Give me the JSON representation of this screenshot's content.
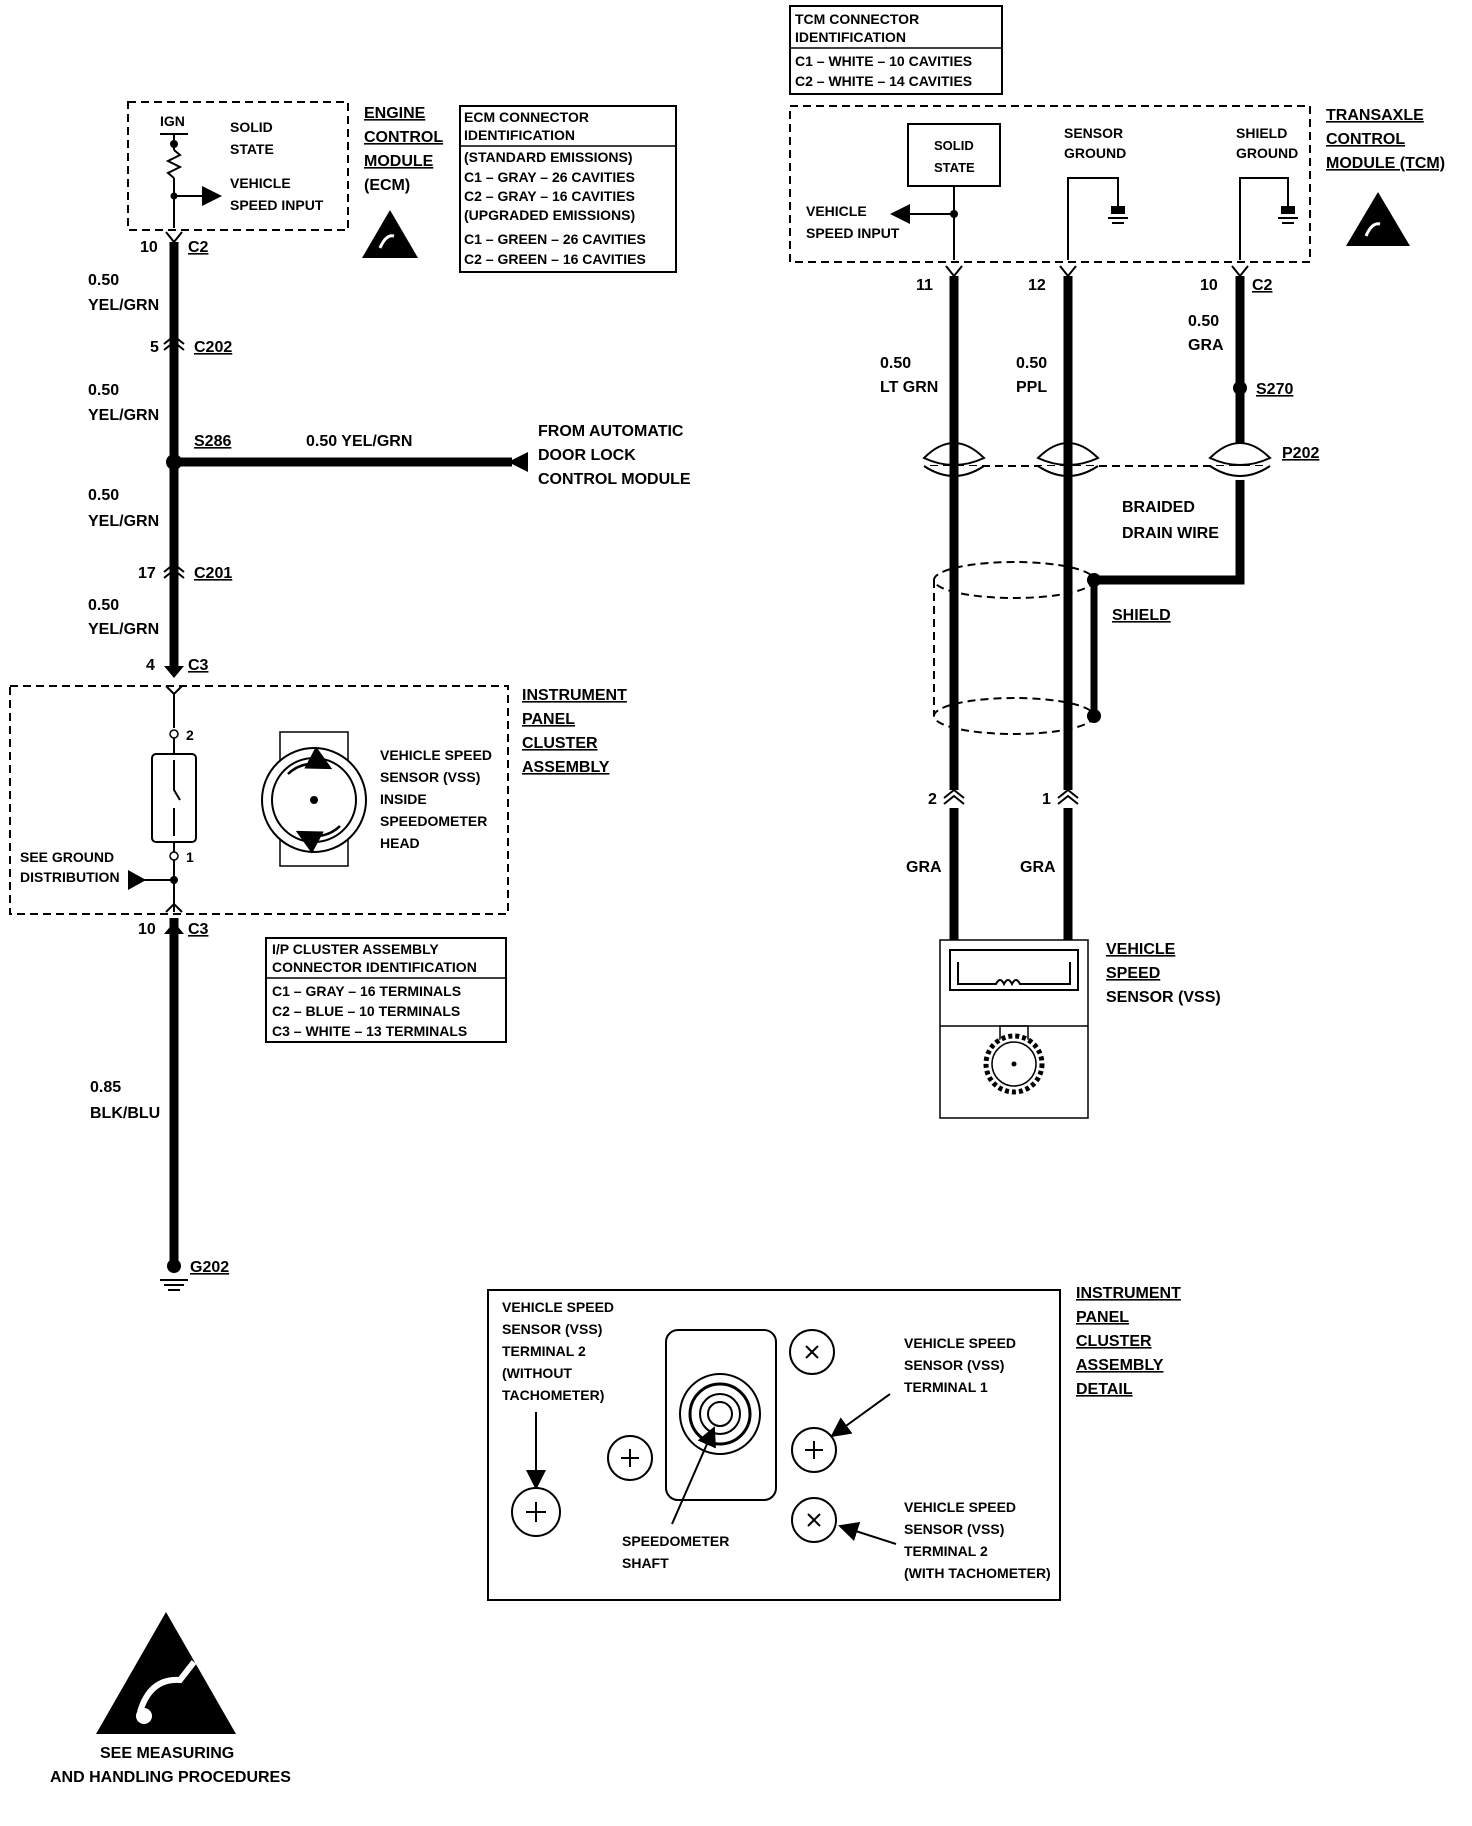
{
  "ecm": {
    "title": [
      "ENGINE",
      "CONTROL",
      "MODULE",
      "(ECM)"
    ],
    "ign": "IGN",
    "solid_state": [
      "SOLID",
      "STATE"
    ],
    "vehicle_speed_input": [
      "VEHICLE",
      "SPEED INPUT"
    ],
    "pin": "10",
    "conn": "C2",
    "connector_id": [
      "ECM CONNECTOR",
      "IDENTIFICATION",
      "(STANDARD EMISSIONS)",
      "C1 – GRAY – 26 CAVITIES",
      "C2 – GRAY – 16 CAVITIES",
      "(UPGRADED EMISSIONS)",
      "C1 – GREEN – 26 CAVITIES",
      "C2 – GREEN – 16 CAVITIES"
    ]
  },
  "left_wires": {
    "w1": [
      "0.50",
      "YEL/GRN"
    ],
    "c202_pin": "5",
    "c202": "C202",
    "w2": [
      "0.50",
      "YEL/GRN"
    ],
    "s286": "S286",
    "branch": "0.50 YEL/GRN",
    "from": [
      "FROM AUTOMATIC",
      "DOOR LOCK",
      "CONTROL MODULE"
    ],
    "w3": [
      "0.50",
      "YEL/GRN"
    ],
    "c201_pin": "17",
    "c201": "C201",
    "w4": [
      "0.50",
      "YEL/GRN"
    ],
    "c3_pin": "4",
    "c3": "C3",
    "ground_wire": [
      "0.85",
      "BLK/BLU"
    ],
    "c3b_pin": "10",
    "c3b": "C3",
    "g202": "G202"
  },
  "ipc": {
    "title": [
      "INSTRUMENT",
      "PANEL",
      "CLUSTER",
      "ASSEMBLY"
    ],
    "pin2": "2",
    "pin1": "1",
    "see_ground": [
      "SEE GROUND",
      "DISTRIBUTION"
    ],
    "vss_label": [
      "VEHICLE SPEED",
      "SENSOR (VSS)",
      "INSIDE",
      "SPEEDOMETER",
      "HEAD"
    ],
    "connector_id": [
      "I/P CLUSTER ASSEMBLY",
      "CONNECTOR IDENTIFICATION",
      "C1 – GRAY – 16 TERMINALS",
      "C2 – BLUE – 10 TERMINALS",
      "C3 – WHITE – 13 TERMINALS"
    ]
  },
  "tcm": {
    "connector_id": [
      "TCM CONNECTOR",
      "IDENTIFICATION",
      "C1 – WHITE – 10 CAVITIES",
      "C2 – WHITE – 14 CAVITIES"
    ],
    "title": [
      "TRANSAXLE",
      "CONTROL",
      "MODULE (TCM)"
    ],
    "solid_state": [
      "SOLID",
      "STATE"
    ],
    "vehicle_speed_input": [
      "VEHICLE",
      "SPEED INPUT"
    ],
    "sensor_ground": [
      "SENSOR",
      "GROUND"
    ],
    "shield_ground": [
      "SHIELD",
      "GROUND"
    ],
    "pins": [
      "11",
      "12",
      "10"
    ],
    "conn": "C2"
  },
  "right_wires": {
    "w1": [
      "0.50",
      "LT GRN"
    ],
    "w2": [
      "0.50",
      "PPL"
    ],
    "w3": [
      "0.50",
      "GRA"
    ],
    "s270": "S270",
    "p202": "P202",
    "braided": [
      "BRAIDED",
      "DRAIN WIRE"
    ],
    "shield": "SHIELD",
    "vss_pin2": "2",
    "vss_pin1": "1",
    "gra_a": "GRA",
    "gra_b": "GRA",
    "vss_title": [
      "VEHICLE",
      "SPEED",
      "SENSOR (VSS)"
    ]
  },
  "detail": {
    "title": [
      "INSTRUMENT",
      "PANEL",
      "CLUSTER",
      "ASSEMBLY",
      "DETAIL"
    ],
    "t2_without": [
      "VEHICLE SPEED",
      "SENSOR (VSS)",
      "TERMINAL 2",
      "(WITHOUT",
      "TACHOMETER)"
    ],
    "t1": [
      "VEHICLE SPEED",
      "SENSOR (VSS)",
      "TERMINAL 1"
    ],
    "t2_with": [
      "VEHICLE SPEED",
      "SENSOR (VSS)",
      "TERMINAL 2",
      "(WITH TACHOMETER)"
    ],
    "shaft": [
      "SPEEDOMETER",
      "SHAFT"
    ]
  },
  "esd": [
    "SEE MEASURING",
    "AND HANDLING PROCEDURES"
  ]
}
